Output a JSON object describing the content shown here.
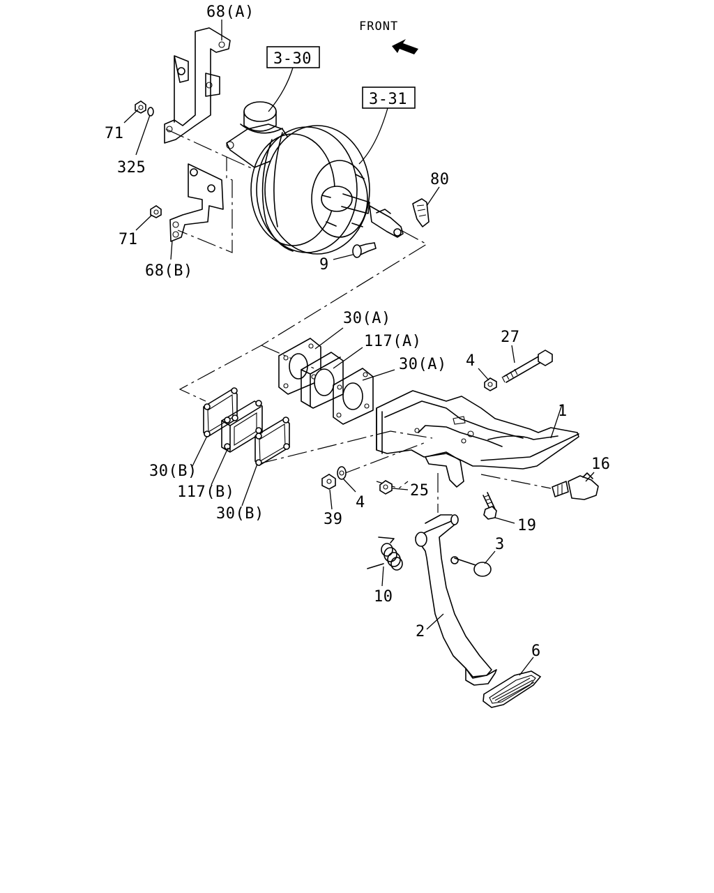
{
  "front_label": "FRONT",
  "ref_boxes": {
    "ref_3_30": "3-30",
    "ref_3_31": "3-31"
  },
  "callouts": {
    "c68a": "68(A)",
    "c71_top": "71",
    "c325": "325",
    "c71_bottom": "71",
    "c68b": "68(B)",
    "c80": "80",
    "c9": "9",
    "c30a_1": "30(A)",
    "c117a": "117(A)",
    "c30a_2": "30(A)",
    "c27": "27",
    "c4_top": "4",
    "c1": "1",
    "c16": "16",
    "c30b_1": "30(B)",
    "c117b": "117(B)",
    "c30b_2": "30(B)",
    "c39": "39",
    "c4_bottom": "4",
    "c25": "25",
    "c19": "19",
    "c3": "3",
    "c10": "10",
    "c2": "2",
    "c6": "6"
  }
}
